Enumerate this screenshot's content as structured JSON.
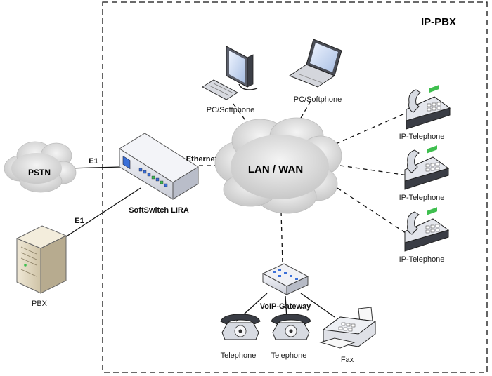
{
  "boundary": {
    "label": "IP-PBX"
  },
  "clouds": {
    "pstn": "PSTN",
    "lan": "LAN / WAN"
  },
  "links": {
    "pstn_e1": "E1",
    "pbx_e1": "E1",
    "ethernet": "Ethernet"
  },
  "devices": {
    "softswitch": "SoftSwitch LIRA",
    "pbx": "PBX",
    "pc1": "PC/Softphone",
    "pc2": "PC/Softphone",
    "ipphone1": "IP-Telephone",
    "ipphone2": "IP-Telephone",
    "ipphone3": "IP-Telephone",
    "gateway": "VoIP-Gateway",
    "tel1": "Telephone",
    "tel2": "Telephone",
    "fax": "Fax"
  },
  "icons": [
    "cloud-icon",
    "softswitch-icon",
    "server-icon",
    "monitor-icon",
    "keyboard-icon",
    "laptop-icon",
    "ip-phone-icon",
    "gateway-icon",
    "telephone-icon",
    "fax-icon"
  ],
  "colors": {
    "cloud": "#d9d9d9",
    "device": "#e8eaf2",
    "screen": "#c9d8f0",
    "led_blue": "#3a6fd8",
    "led_green": "#3fbf4f"
  }
}
